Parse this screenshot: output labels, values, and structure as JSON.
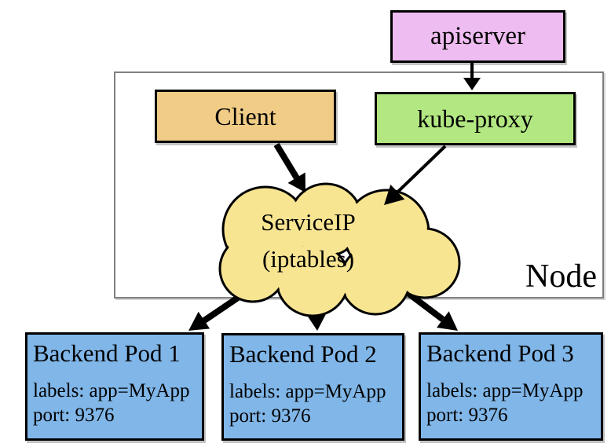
{
  "diagram": {
    "apiserver": {
      "label": "apiserver"
    },
    "client": {
      "label": "Client"
    },
    "kube_proxy": {
      "label": "kube-proxy"
    },
    "service_cloud": {
      "line1": "ServiceIP",
      "line2": "(iptables)"
    },
    "node": {
      "label": "Node"
    },
    "pods": [
      {
        "title": "Backend Pod 1",
        "labels": "labels: app=MyApp",
        "port": "port: 9376"
      },
      {
        "title": "Backend Pod 2",
        "labels": "labels: app=MyApp",
        "port": "port: 9376"
      },
      {
        "title": "Backend Pod 3",
        "labels": "labels: app=MyApp",
        "port": "port: 9376"
      }
    ],
    "colors": {
      "apiserver_fill": "#eebcf0",
      "client_fill": "#f0cc86",
      "kube_proxy_fill": "#b2e781",
      "cloud_fill": "#f8e592",
      "pod_fill": "#80b6e8",
      "node_border": "#7f7f7f",
      "arrow": "#000000"
    }
  }
}
